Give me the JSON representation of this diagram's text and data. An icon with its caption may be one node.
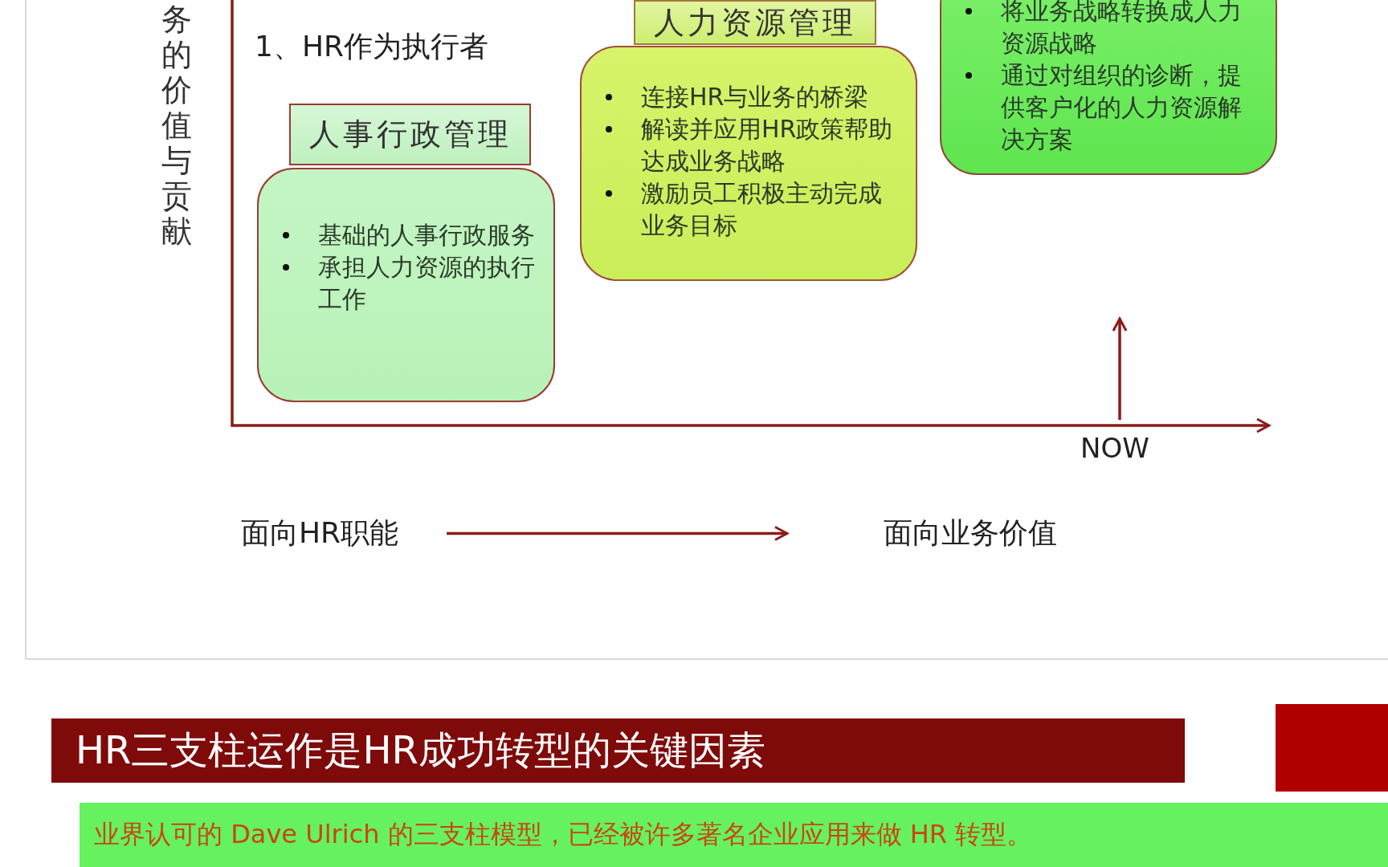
{
  "diagram": {
    "nodes": [
      {
        "text": [
          "人事行政管理"
        ]
      },
      {
        "text": [
          "基础的人事行政服务",
          "承担人力资源的执行工作"
        ]
      },
      {
        "text": [
          "人力资源管理"
        ]
      },
      {
        "text": [
          "连接HR与业务的桥梁",
          "解读并应用HR政策帮助达成业务战略",
          "激励员工积极主动完成业务目标"
        ]
      },
      {
        "text": [
          "将业务战略转换成人力资源战略",
          "通过对组织的诊断，提供客户化的人力资源解决方案"
        ]
      },
      {
        "text": [
          "面向HR职能"
        ]
      },
      {
        "text": [
          "面向业务价值"
        ]
      }
    ],
    "edges": [
      {
        "from": 5,
        "to": 6,
        "arrow": "to"
      }
    ],
    "labels": [
      "务的价值与贡献",
      "1、HR作为执行者",
      "NOW",
      "HR三支柱运作是HR成功转型的关键因素",
      "业界认可的 Dave Ulrich 的三支柱模型，已经被许多著名企业应用来做 HR 转型。"
    ]
  }
}
